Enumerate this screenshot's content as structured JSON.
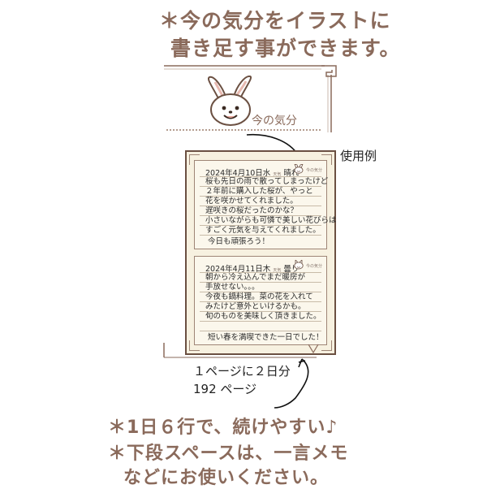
{
  "header": {
    "line1": "＊今の気分をイラストに",
    "line2": "書き足す事ができます。"
  },
  "mood_sample": {
    "label": "今の気分"
  },
  "usage_label": "使用例",
  "entries": [
    {
      "date": "2024年4月10日水",
      "weather_label": "天気",
      "weather": "晴れ",
      "mood_label": "今の気分",
      "lines": [
        "桜も先日の雨で散ってしまったけど",
        "２年前に購入した桜が、やっと",
        "花を咲かせてくれました。",
        "遅咲きの桜だったのかな？",
        "小さいながらも可憐で美しい花びらは",
        "すごく元気を与えてくれました。"
      ],
      "memo": "今日も頑張ろう！"
    },
    {
      "date": "2024年4月11日木",
      "weather_label": "天気",
      "weather": "曇り",
      "mood_label": "今の気分",
      "lines": [
        "朝から冷え込んでまだ暖房が",
        "手放せない。。。",
        "今夜も鍋料理。菜の花を入れて",
        "みたけど意外といけるかも。",
        "旬のものを美味しく頂きました。",
        ""
      ],
      "memo": "短い春を満喫できた一日でした！"
    }
  ],
  "captions": {
    "per_page": "１ページに２日分",
    "pages": "192 ページ"
  },
  "bottom": {
    "line1": "＊1日６行で、続けやすい♪",
    "line2": "＊下段スペースは、一言メモ",
    "line3": "などにお使いください。"
  },
  "colors": {
    "accent": "#8a6a5b",
    "frame": "#6b5042",
    "paper": "#f7f1e0"
  }
}
